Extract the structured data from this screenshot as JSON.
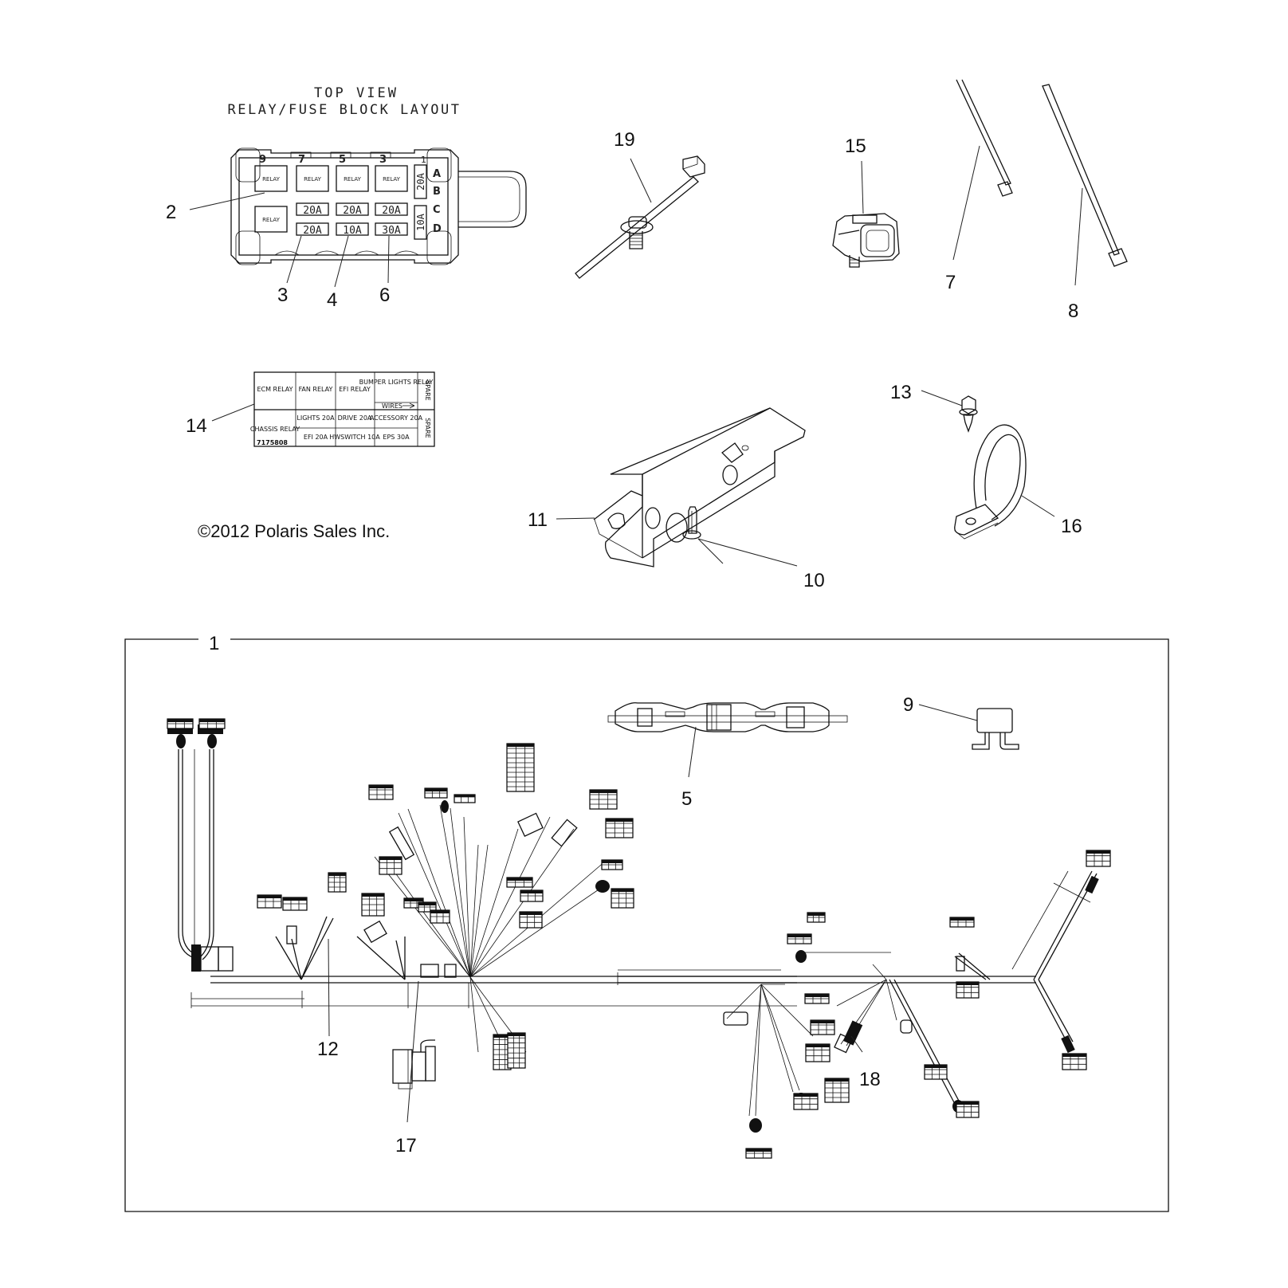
{
  "diagram": {
    "title_line1": "TOP VIEW",
    "title_line2": "RELAY/FUSE BLOCK LAYOUT",
    "copyright": "©2012 Polaris Sales Inc.",
    "fuse_block": {
      "top_slot_numbers": [
        "9",
        "7",
        "5",
        "3",
        "1"
      ],
      "side_letters": [
        "A",
        "B",
        "C",
        "D"
      ],
      "row1": [
        "RELAY",
        "RELAY",
        "RELAY",
        "RELAY"
      ],
      "row2": [
        "RELAY",
        "20A",
        "20A",
        "20A"
      ],
      "row3": [
        "20A",
        "10A",
        "30A"
      ],
      "side_fuses": [
        "20A",
        "10A"
      ]
    },
    "decal": {
      "top_row": [
        "ECM RELAY",
        "FAN RELAY",
        "EFI RELAY",
        "BUMPER LIGHTS RELAY"
      ],
      "wires_label": "WIRES",
      "bottom_left": "CHASSIS RELAY",
      "bottom_row1": [
        "LIGHTS 20A",
        "DRIVE 20A",
        "ACCESSORY 20A"
      ],
      "bottom_row2": [
        "EFI 20A",
        "HWSWITCH 10A",
        "EPS 30A"
      ],
      "spare": "SPARE",
      "part_number": "7175808"
    },
    "callouts": [
      {
        "id": "1",
        "part": "wire-harness-assembly"
      },
      {
        "id": "2",
        "part": "relay"
      },
      {
        "id": "3",
        "part": "fuse-20a"
      },
      {
        "id": "4",
        "part": "fuse-10a"
      },
      {
        "id": "5",
        "part": "in-line-fuse-holder"
      },
      {
        "id": "6",
        "part": "fuse-30a"
      },
      {
        "id": "7",
        "part": "cable-tie-short"
      },
      {
        "id": "8",
        "part": "cable-tie-long"
      },
      {
        "id": "9",
        "part": "diode-module"
      },
      {
        "id": "10",
        "part": "push-rivet"
      },
      {
        "id": "11",
        "part": "relay-mounting-bracket"
      },
      {
        "id": "12",
        "part": "harness-connector"
      },
      {
        "id": "13",
        "part": "screw"
      },
      {
        "id": "14",
        "part": "fuse-box-decal"
      },
      {
        "id": "15",
        "part": "connector-clip"
      },
      {
        "id": "16",
        "part": "p-clamp"
      },
      {
        "id": "17",
        "part": "terminal-connector"
      },
      {
        "id": "18",
        "part": "harness-connector-2"
      },
      {
        "id": "19",
        "part": "cable-tie-with-stud"
      }
    ]
  }
}
